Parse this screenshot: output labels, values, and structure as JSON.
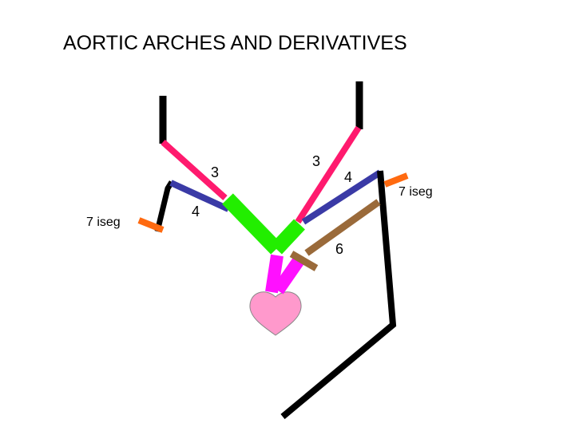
{
  "title": "AORTIC ARCHES AND DERIVATIVES",
  "labels": {
    "left_arch_3": "3",
    "left_arch_4": "4",
    "left_iseg": "7 iseg",
    "right_arch_3": "3",
    "right_arch_4": "4",
    "right_iseg": "7 iseg",
    "arch_6": "6"
  },
  "colors": {
    "dorsal_aorta": "#000000",
    "arch_3": "#ff1a6e",
    "arch_4": "#3a3aa6",
    "intersegmental_artery": "#ff6a10",
    "aortic_sac": "#22ee00",
    "arch_6": "#9a6a3a",
    "outflow_tract": "#ff10ff",
    "heart": "#ff99cc"
  }
}
